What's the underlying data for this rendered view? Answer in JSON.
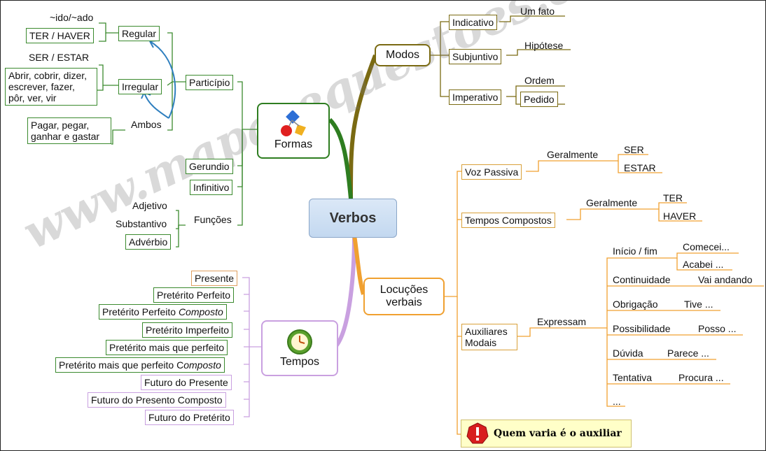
{
  "center": "Verbos",
  "watermark": "www.mapasequestoes.com.br/",
  "icons": {
    "formas": "shapes-icon",
    "tempos": "clock-icon",
    "warning": "warning-icon"
  },
  "formas": {
    "label": "Formas",
    "participio": {
      "label": "Particípio",
      "regular": {
        "label": "Regular",
        "items": [
          "~ido/~ado",
          "TER / HAVER"
        ]
      },
      "irregular": {
        "label": "Irregular",
        "items": [
          "SER / ESTAR",
          "Abrir, cobrir, dizer, escrever, fazer, pôr, ver, vir"
        ]
      },
      "ambos": {
        "label": "Ambos",
        "items": [
          "Pagar, pegar, ganhar e gastar"
        ]
      }
    },
    "gerundio": "Gerundio",
    "infinitivo": "Infinitivo",
    "funcoes": {
      "label": "Funções",
      "items": [
        "Adjetivo",
        "Substantivo",
        "Advérbio"
      ]
    }
  },
  "tempos": {
    "label": "Tempos",
    "items": [
      "Presente",
      "Pretérito Perfeito",
      "Pretérito Perfeito ",
      "Pretérito Imperfeito",
      "Pretérito mais que perfeito",
      "Pretérito mais que perfeito C",
      "Futuro do Presente",
      "Futuro do Presento Composto",
      "Futuro do Pretérito"
    ],
    "italic1": "Composto",
    "italic2": "omposto"
  },
  "modos": {
    "label": "Modos",
    "indicativo": {
      "label": "Indicativo",
      "item": "Um fato"
    },
    "subjuntivo": {
      "label": "Subjuntivo",
      "item": "Hipótese"
    },
    "imperativo": {
      "label": "Imperativo",
      "items": [
        "Ordem",
        "Pedido"
      ]
    }
  },
  "locucoes": {
    "label": "Locuções verbais",
    "voz_passiva": {
      "label": "Voz Passiva",
      "sub": "Geralmente",
      "items": [
        "SER",
        "ESTAR"
      ]
    },
    "tempos_compostos": {
      "label": "Tempos Compostos",
      "sub": "Geralmente",
      "items": [
        "TER",
        "HAVER"
      ]
    },
    "auxiliares": {
      "label": "Auxiliares Modais",
      "sub": "Expressam",
      "inicio": {
        "label": "Início / fim",
        "items": [
          "Comecei...",
          "Acabei ..."
        ]
      },
      "rows": [
        {
          "label": "Continuidade",
          "item": "Vai andando"
        },
        {
          "label": "Obrigação",
          "item": "Tive ..."
        },
        {
          "label": "Possibilidade",
          "item": "Posso ..."
        },
        {
          "label": "Dúvida",
          "item": "Parece ..."
        },
        {
          "label": "Tentativa",
          "item": "Procura ..."
        }
      ],
      "more": "..."
    },
    "nota": "Quem varia é o auxiliar"
  }
}
